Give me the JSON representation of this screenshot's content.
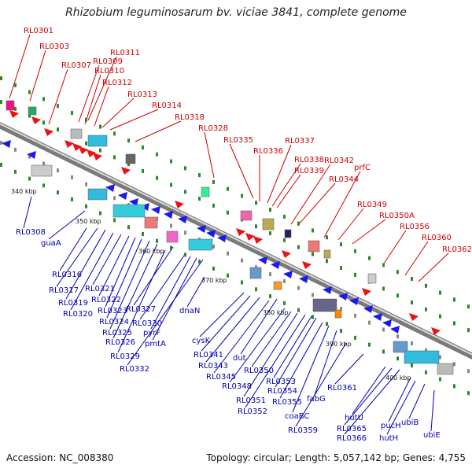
{
  "title": "Rhizobium leguminosarum bv. viciae 3841, complete genome",
  "footer": {
    "accession": "Accession: NC_008380",
    "summary": "Topology: circular; Length: 5,057,142 bp; Genes: 4,755"
  },
  "colors": {
    "forward_label": "#cc0000",
    "reverse_label": "#0000b0",
    "backbone": "#888888"
  },
  "kbp_ticks": [
    "340 kbp",
    "350 kbp",
    "360 kbp",
    "370 kbp",
    "380 kbp",
    "390 kbp",
    "400 kbp"
  ],
  "forward_labels": [
    "RL0301",
    "RL0303",
    "RL0307",
    "RL0309",
    "RL0310",
    "RL0311",
    "RL0312",
    "RL0313",
    "RL0314",
    "RL0318",
    "RL0328",
    "RL0335",
    "RL0336",
    "RL0337",
    "RL0338",
    "RL0339",
    "RL0342",
    "RL0344",
    "prfC",
    "RL0349",
    "RL0350A",
    "RL0356",
    "RL0360",
    "RL0362"
  ],
  "reverse_labels": [
    "RL0308",
    "guaA",
    "RL0316",
    "RL0317",
    "RL0319",
    "RL0320",
    "RL0321",
    "RL0322",
    "RL0323",
    "RL0324",
    "RL0325",
    "RL0326",
    "RL0327",
    "RL0329",
    "RL0330",
    "pyrF",
    "pmtA",
    "RL0332",
    "dnaN",
    "cysK",
    "RL0341",
    "RL0343",
    "dut",
    "RL0345",
    "RL0348",
    "RL0350",
    "RL0351",
    "RL0352",
    "RL0353",
    "RL0354",
    "RL0355",
    "coaBC",
    "fabG",
    "RL0359",
    "RL0361",
    "hutU",
    "RL0365",
    "RL0366",
    "pucH",
    "hutH",
    "ubiB",
    "ubiE"
  ]
}
